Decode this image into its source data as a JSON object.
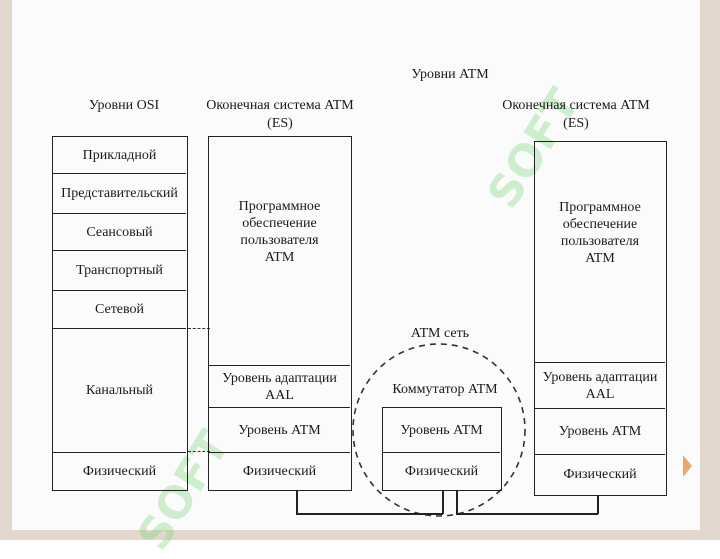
{
  "labels": {
    "atm_levels": "Уровни ATM",
    "osi_levels": "Уровни OSI",
    "es_left_title": "Оконечная система ATM",
    "es_left_abbr": "(ES)",
    "es_right_title": "Оконечная система ATM",
    "es_right_abbr": "(ES)",
    "atm_network": "ATM сеть",
    "switch": "Коммутатор ATM"
  },
  "osi_stack": [
    "Прикладной",
    "Представительский",
    "Сеансовый",
    "Транспортный",
    "Сетевой",
    "Канальный",
    "Физический"
  ],
  "es_left": {
    "user_software": [
      "Программное",
      "обеспечение",
      "пользователя",
      "ATM"
    ],
    "aal": [
      "Уровень адаптации",
      "AAL"
    ],
    "atm_layer": "Уровень ATM",
    "physical": "Физический"
  },
  "switch_stack": {
    "atm_layer": "Уровень ATM",
    "physical": "Физический"
  },
  "es_right": {
    "user_software": [
      "Программное",
      "обеспечение",
      "пользователя",
      "ATM"
    ],
    "aal": [
      "Уровень адаптации",
      "AAL"
    ],
    "atm_layer": "Уровень ATM",
    "physical": "Физический"
  },
  "watermark": "SOFT",
  "colors": {
    "line": "#222222",
    "watermark": "#78d778",
    "border": "#e2d7cd",
    "arrow": "#e8a868"
  }
}
